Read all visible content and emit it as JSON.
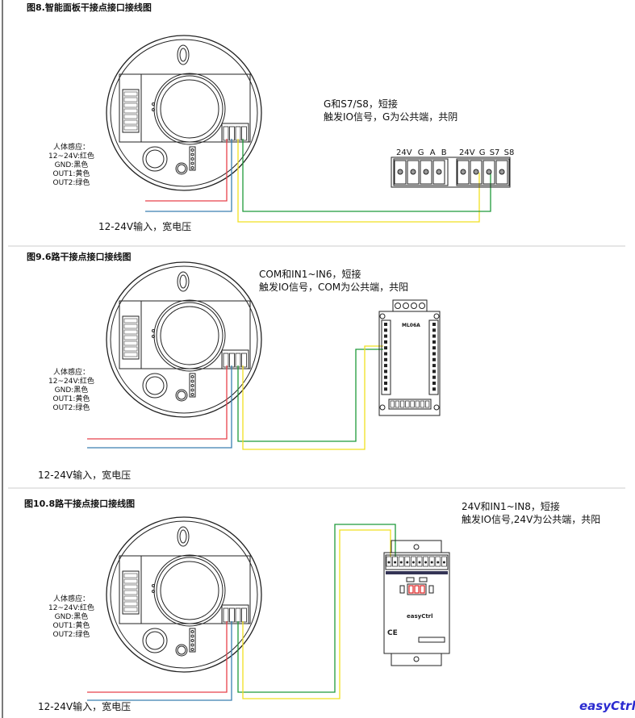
{
  "sections": [
    {
      "title": "图8.智能面板干接点接口接线图",
      "note1": "G和S7/S8，短接",
      "note2": "触发IO信号，G为公共端，共阴",
      "input": "12-24V输入，宽电压",
      "terminals_left": [
        "24V",
        "G",
        "A",
        "B"
      ],
      "terminals_right": [
        "24V",
        "G",
        "S7",
        "S8"
      ]
    },
    {
      "title": "图9.6路干接点接口接线图",
      "note1": "COM和IN1~IN6，短接",
      "note2": "触发IO信号，COM为公共端，共阳",
      "input": "12-24V输入，宽电压",
      "module": "ML06A"
    },
    {
      "title": "图10.8路干接点接口接线图",
      "note1": "24V和IN1~IN8，短接",
      "note2": "触发IO信号,24V为公共端，共阳",
      "input": "12-24V输入，宽电压",
      "module_logo": "easyCtrl"
    }
  ],
  "legend": [
    "人体感应：",
    "12~24V:红色",
    "GND:黑色",
    "OUT1:黄色",
    "OUT2:绿色"
  ],
  "watermark": "easyCtrl",
  "colors": {
    "red": "#e8424a",
    "blue": "#3a7fb0",
    "yellow": "#f0e020",
    "green": "#1f9a3a"
  }
}
